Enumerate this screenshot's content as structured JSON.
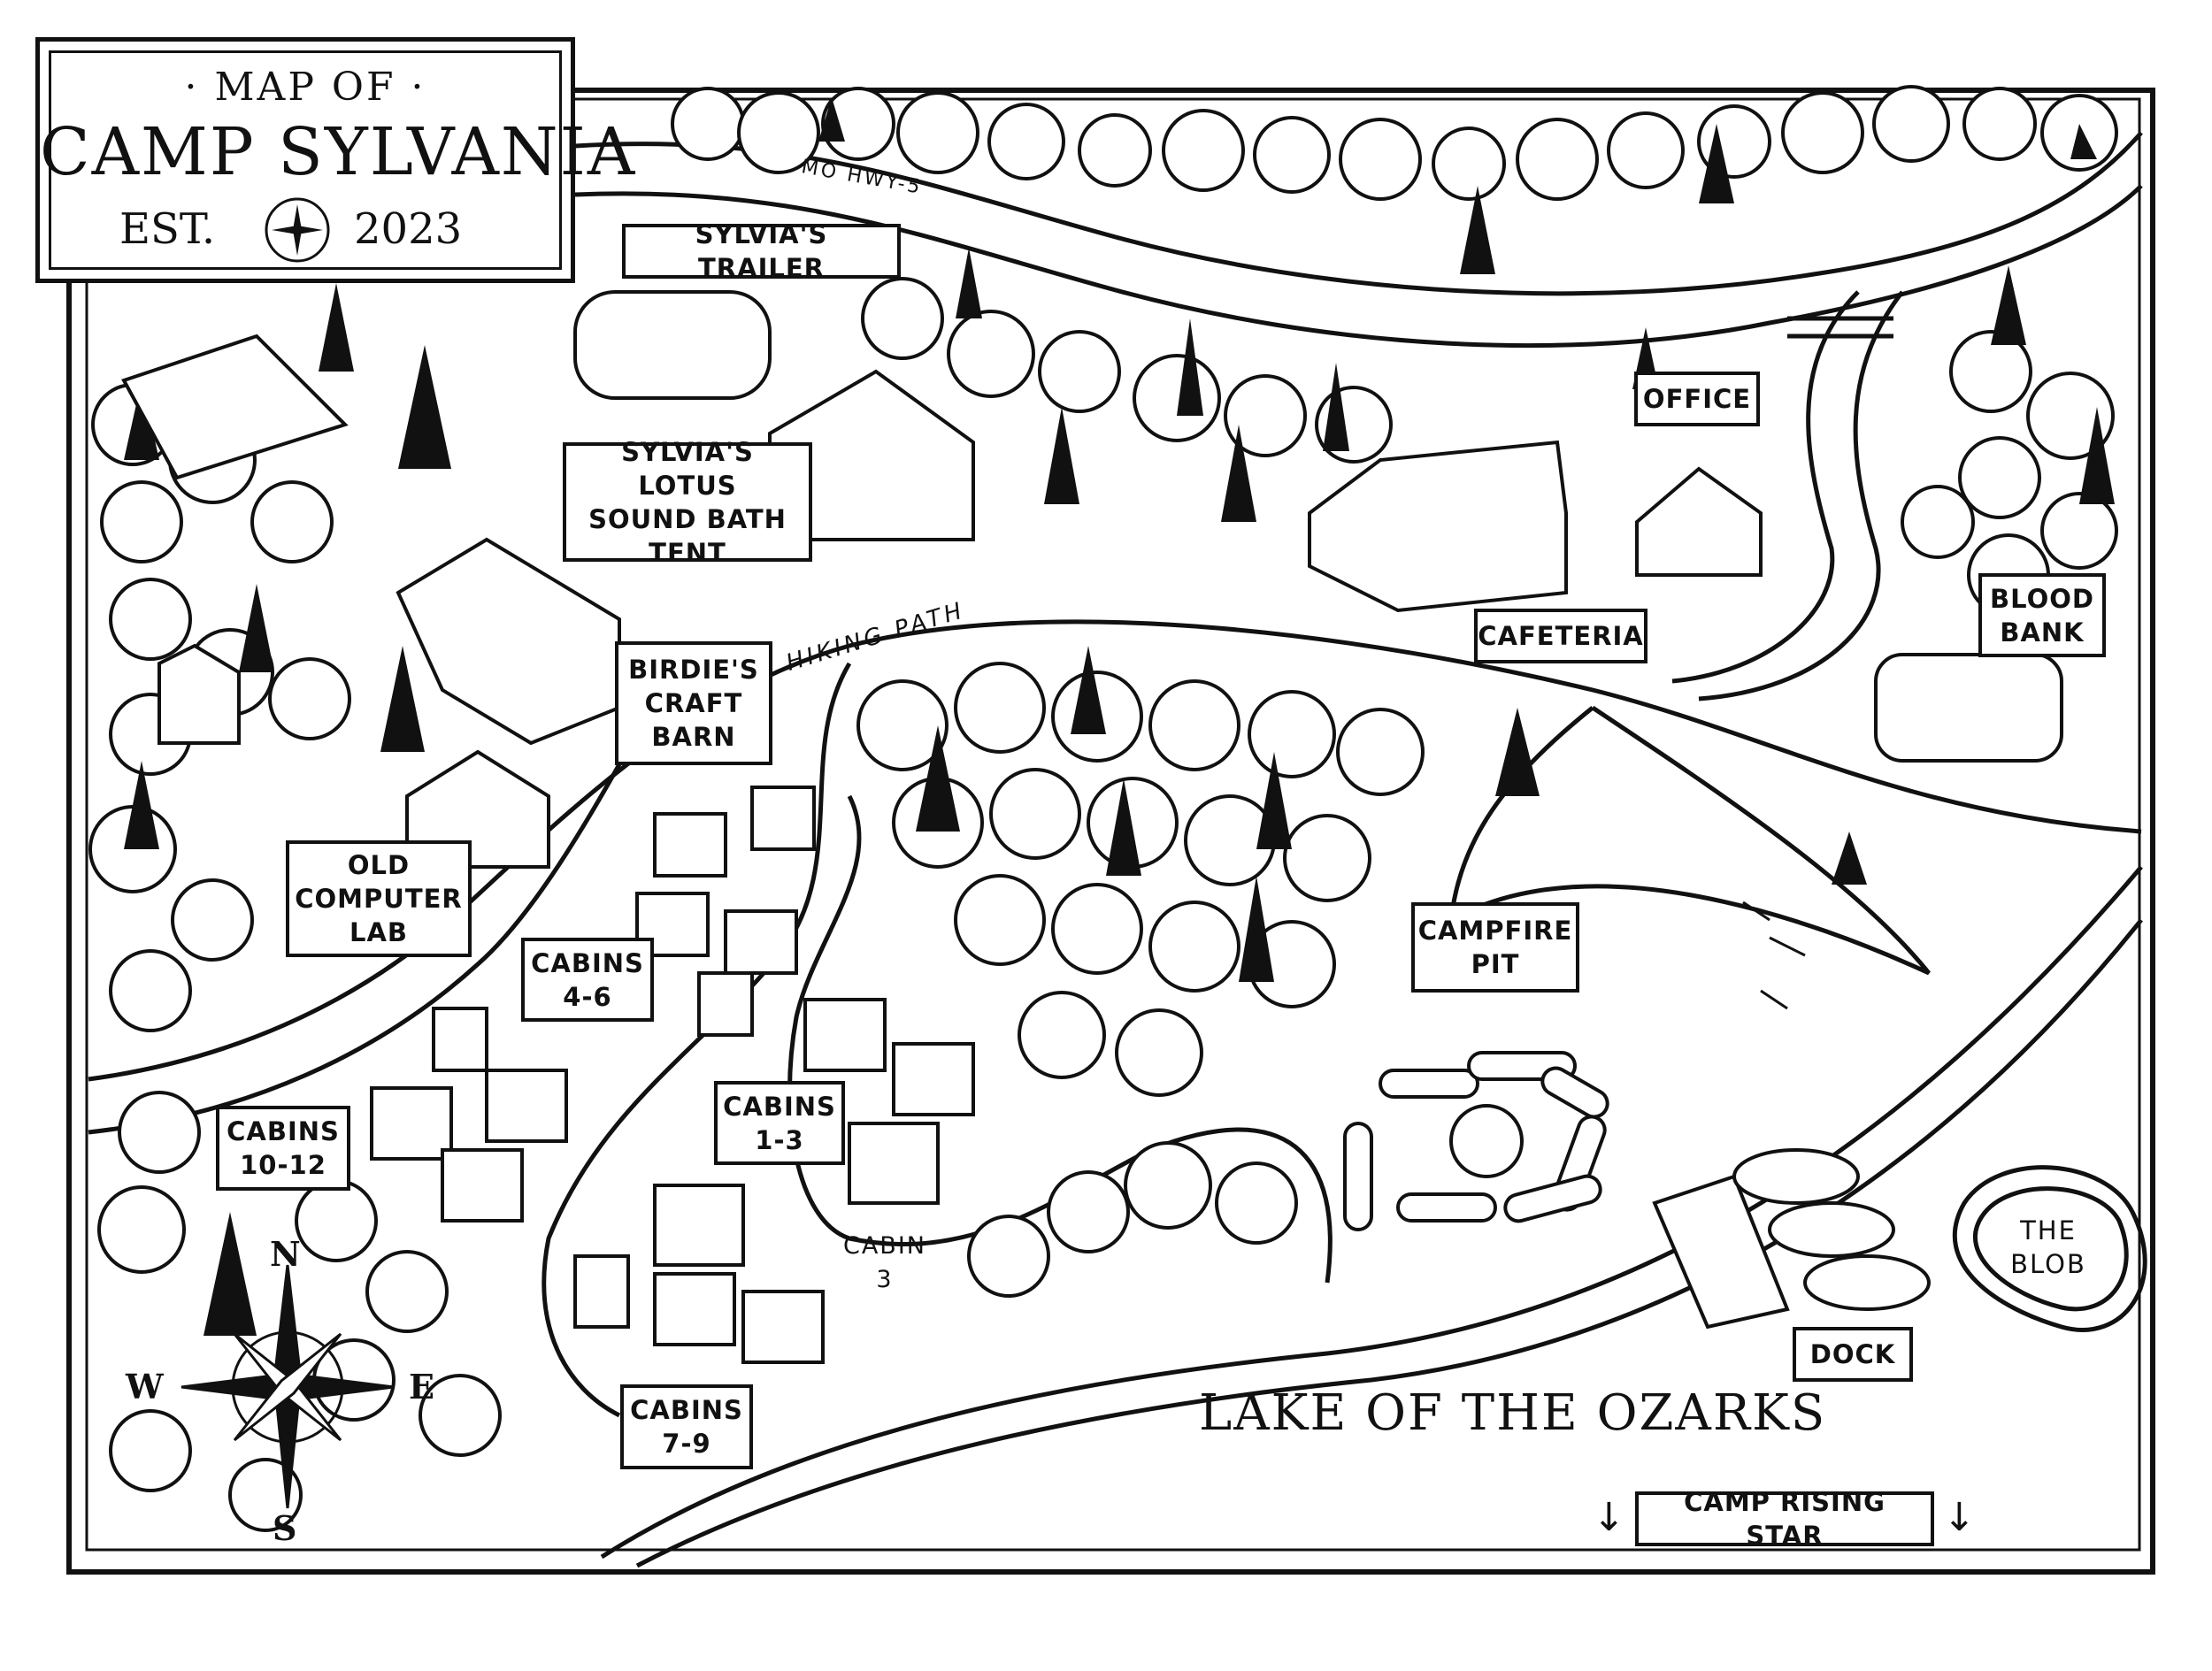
{
  "title": {
    "top": "· MAP OF ·",
    "name": "CAMP SYLVANIA",
    "est": "EST.",
    "year": "2023",
    "emblem": "compass-emblem-icon"
  },
  "labels": {
    "sylvias_trailer": [
      "SYLVIA'S TRAILER"
    ],
    "sound_bath": [
      "SYLVIA'S LOTUS",
      "SOUND BATH",
      "TENT"
    ],
    "office": [
      "OFFICE"
    ],
    "cafeteria": [
      "CAFETERIA"
    ],
    "blood_bank": [
      "BLOOD",
      "BANK"
    ],
    "craft_barn": [
      "BIRDIE'S",
      "CRAFT",
      "BARN"
    ],
    "computer_lab": [
      "OLD",
      "COMPUTER",
      "LAB"
    ],
    "cabins_4_6": [
      "CABINS",
      "4-6"
    ],
    "cabins_1_3": [
      "CABINS",
      "1-3"
    ],
    "cabins_10_12": [
      "CABINS",
      "10-12"
    ],
    "cabins_7_9": [
      "CABINS",
      "7-9"
    ],
    "campfire": [
      "CAMPFIRE",
      "PIT"
    ],
    "dock": [
      "DOCK"
    ],
    "camp_rising_star": [
      "CAMP RISING STAR"
    ]
  },
  "free_text": {
    "highway": "MO HWY-5",
    "hiking_path": "HIKING PATH",
    "cabin_3": [
      "CABIN",
      "3"
    ],
    "the_blob": [
      "THE",
      "BLOB"
    ],
    "lake": "LAKE OF THE OZARKS",
    "arrow_left": "↓",
    "arrow_right": "↓"
  },
  "compass": {
    "n": "N",
    "s": "S",
    "e": "E",
    "w": "W"
  },
  "colors": {
    "ink": "#111111",
    "paper": "#ffffff"
  }
}
